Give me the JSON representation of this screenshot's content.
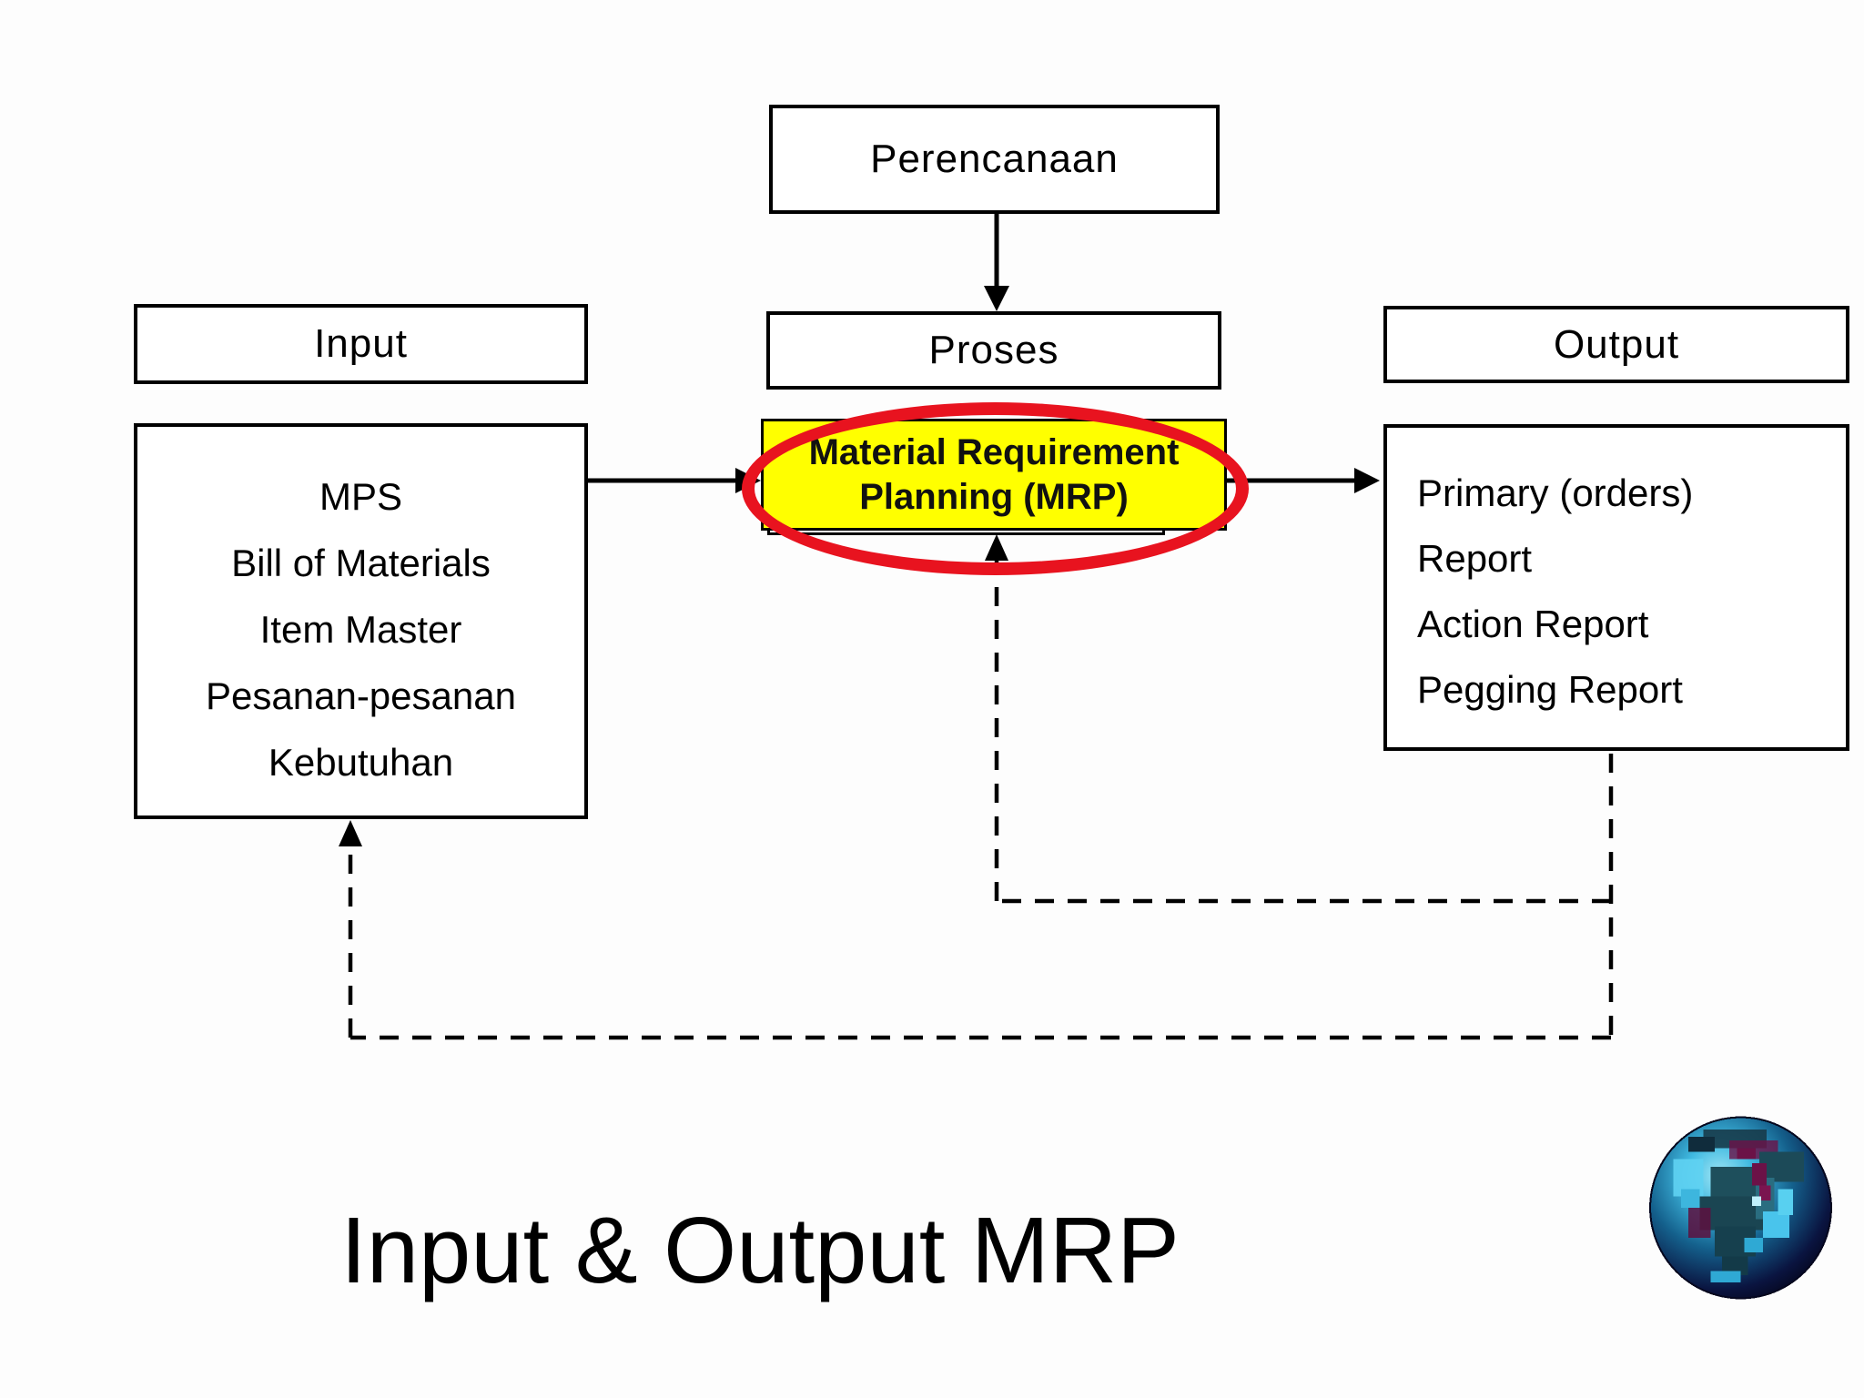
{
  "title": "Input & Output MRP",
  "diagram": {
    "planning_label": "Perencanaan",
    "input_label": "Input",
    "process_label": "Proses",
    "output_label": "Output",
    "mrp": {
      "line1": "Material Requirement",
      "line2": "Planning (MRP)"
    },
    "input_items": [
      "MPS",
      "Bill of Materials",
      "Item Master",
      "Pesanan-pesanan",
      "Kebutuhan"
    ],
    "output_items": [
      "Primary (orders)",
      "Report",
      "Action Report",
      "Pegging Report"
    ],
    "colors": {
      "highlight_fill": "#ffff00",
      "ellipse_stroke": "#e8131f",
      "line_color": "#000000",
      "box_fill": "#ffffff"
    },
    "icons": [
      "earth-globe-icon"
    ]
  }
}
